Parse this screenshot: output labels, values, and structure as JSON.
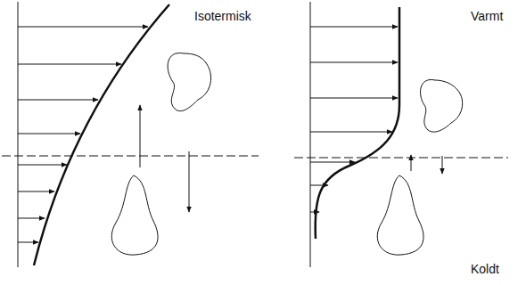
{
  "diagram": {
    "labels": [
      "Isotermisk",
      "Varmt",
      "Koldt"
    ]
  }
}
